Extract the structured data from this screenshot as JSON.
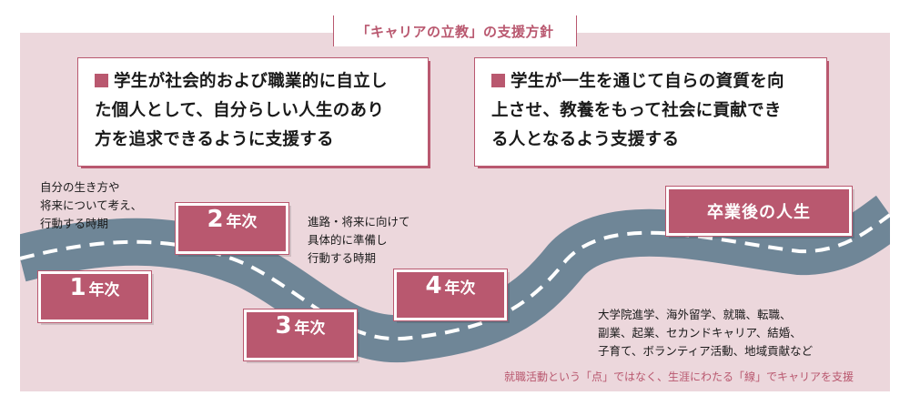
{
  "title": "「キャリアの立教」の支援方針",
  "policies": [
    {
      "lines": [
        "学生が社会的および職業的に自立し",
        "た個人として、自分らしい人生のあり",
        "方を追求できるように支援する"
      ]
    },
    {
      "lines": [
        "学生が一生を通じて自らの資質を向",
        "上させ、教養をもって社会に貢献でき",
        "る人となるよう支援する"
      ]
    }
  ],
  "stages": {
    "year1": {
      "num": "1",
      "unit": "年次"
    },
    "year2": {
      "num": "2",
      "unit": "年次"
    },
    "year3": {
      "num": "3",
      "unit": "年次"
    },
    "year4": {
      "num": "4",
      "unit": "年次"
    },
    "after": {
      "label": "卒業後の人生"
    }
  },
  "notes": {
    "early": [
      "自分の生き方や",
      "将来について考え、",
      "行動する時期"
    ],
    "later": [
      "進路・将来に向けて",
      "具体的に準備し",
      "行動する時期"
    ],
    "after": [
      "大学院進学、海外留学、就職、転職、",
      "副業、起業、セカンドキャリア、結婚、",
      "子育て、ボランティア活動、地域貢献など"
    ]
  },
  "footer": "就職活動という「点」ではなく、生涯にわたる「線」でキャリアを支援",
  "colors": {
    "accent": "#b9586f",
    "panel": "#ecd7dc",
    "road": "#6f8697",
    "dash": "#ffffff"
  }
}
